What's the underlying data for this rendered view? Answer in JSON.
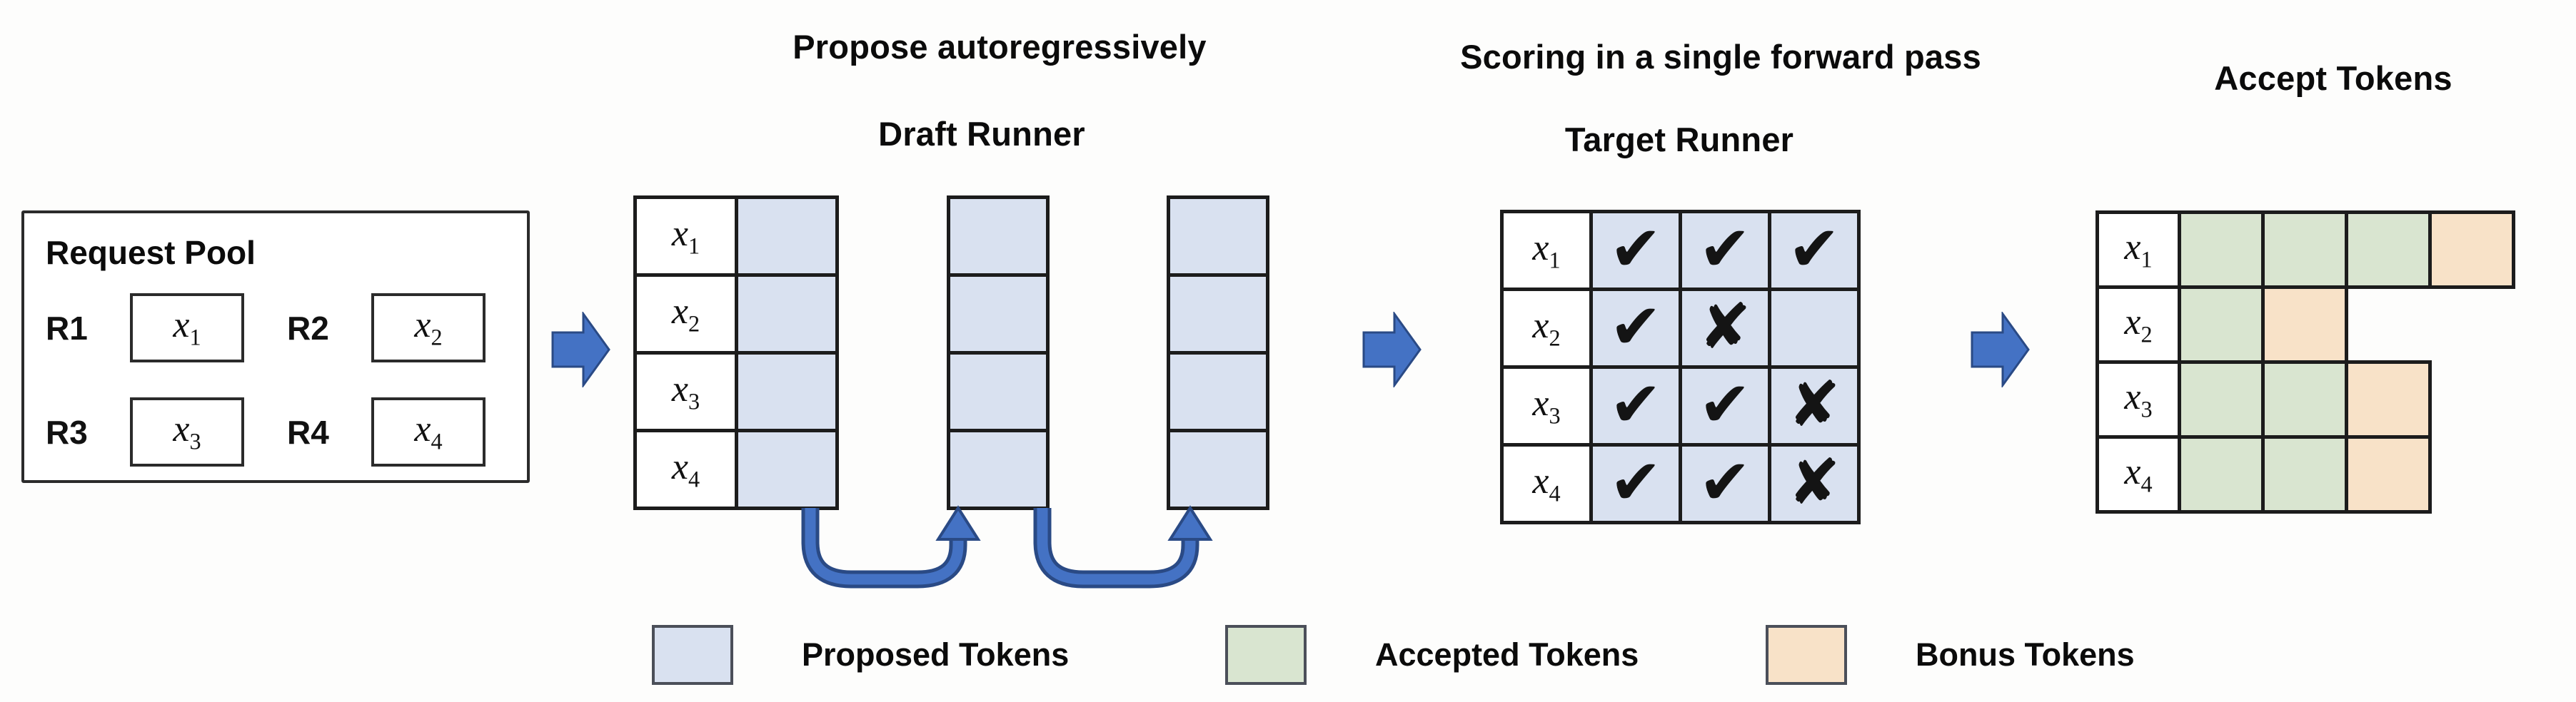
{
  "section_titles": {
    "propose": "Propose autoregressively",
    "draft_runner": "Draft Runner",
    "scoring": "Scoring in a single forward pass",
    "target_runner": "Target Runner",
    "accept": "Accept Tokens"
  },
  "request_pool": {
    "title": "Request Pool",
    "requests": [
      {
        "id": "R1",
        "token_base": "x",
        "token_sub": "1"
      },
      {
        "id": "R2",
        "token_base": "x",
        "token_sub": "2"
      },
      {
        "id": "R3",
        "token_base": "x",
        "token_sub": "3"
      },
      {
        "id": "R4",
        "token_base": "x",
        "token_sub": "4"
      }
    ]
  },
  "tokens": [
    {
      "base": "x",
      "sub": "1"
    },
    {
      "base": "x",
      "sub": "2"
    },
    {
      "base": "x",
      "sub": "3"
    },
    {
      "base": "x",
      "sub": "4"
    }
  ],
  "draft_runner": {
    "proposal_steps": 3,
    "rows": 4
  },
  "target_runner": {
    "marks": [
      [
        "check",
        "check",
        "check"
      ],
      [
        "check",
        "cross",
        "none"
      ],
      [
        "check",
        "check",
        "cross"
      ],
      [
        "check",
        "check",
        "cross"
      ]
    ]
  },
  "accept_tokens": {
    "rows": [
      {
        "cells": [
          "accepted",
          "accepted",
          "accepted",
          "bonus"
        ]
      },
      {
        "cells": [
          "accepted",
          "bonus"
        ]
      },
      {
        "cells": [
          "accepted",
          "accepted",
          "bonus"
        ]
      },
      {
        "cells": [
          "accepted",
          "accepted",
          "bonus"
        ]
      }
    ]
  },
  "legend": [
    {
      "type": "proposed",
      "label": "Proposed Tokens"
    },
    {
      "type": "accepted",
      "label": "Accepted Tokens"
    },
    {
      "type": "bonus",
      "label": "Bonus Tokens"
    }
  ],
  "glyphs": {
    "check": "✔",
    "cross": "✘",
    "none": ""
  },
  "colors": {
    "proposed": "#d9e1f0",
    "accepted": "#d9e5d0",
    "bonus": "#f8e2c8",
    "arrow_fill": "#4472c4",
    "arrow_stroke": "#2a4a85",
    "grid_line": "#1c1c1c"
  }
}
